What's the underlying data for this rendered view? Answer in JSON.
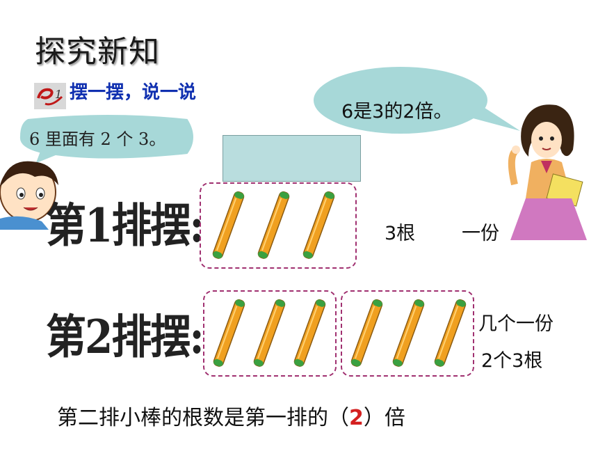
{
  "heading": "探究新知",
  "exercise": {
    "badge": "1",
    "instruction": "摆一摆，说一说"
  },
  "boy_speech": "6 里面有 2 个 3。",
  "teacher_speech": "6是3的2倍。",
  "row1": {
    "label": "第1排摆:",
    "stick_count": 3,
    "count_text": "3根",
    "share_text": "一份"
  },
  "row2": {
    "label": "第2排摆:",
    "groups": 2,
    "sticks_per_group": 3,
    "question_text": "几个一份",
    "answer_text": "2个3根"
  },
  "conclusion": {
    "prefix": "第二排小棒的根数是第一排的（",
    "value": "2",
    "suffix": "）倍"
  },
  "colors": {
    "bubble": "#a7d8d8",
    "stick": "#f0a020",
    "stick_tip": "#3aa040",
    "dash": "#a03070",
    "answer_highlight": "#d42020"
  }
}
